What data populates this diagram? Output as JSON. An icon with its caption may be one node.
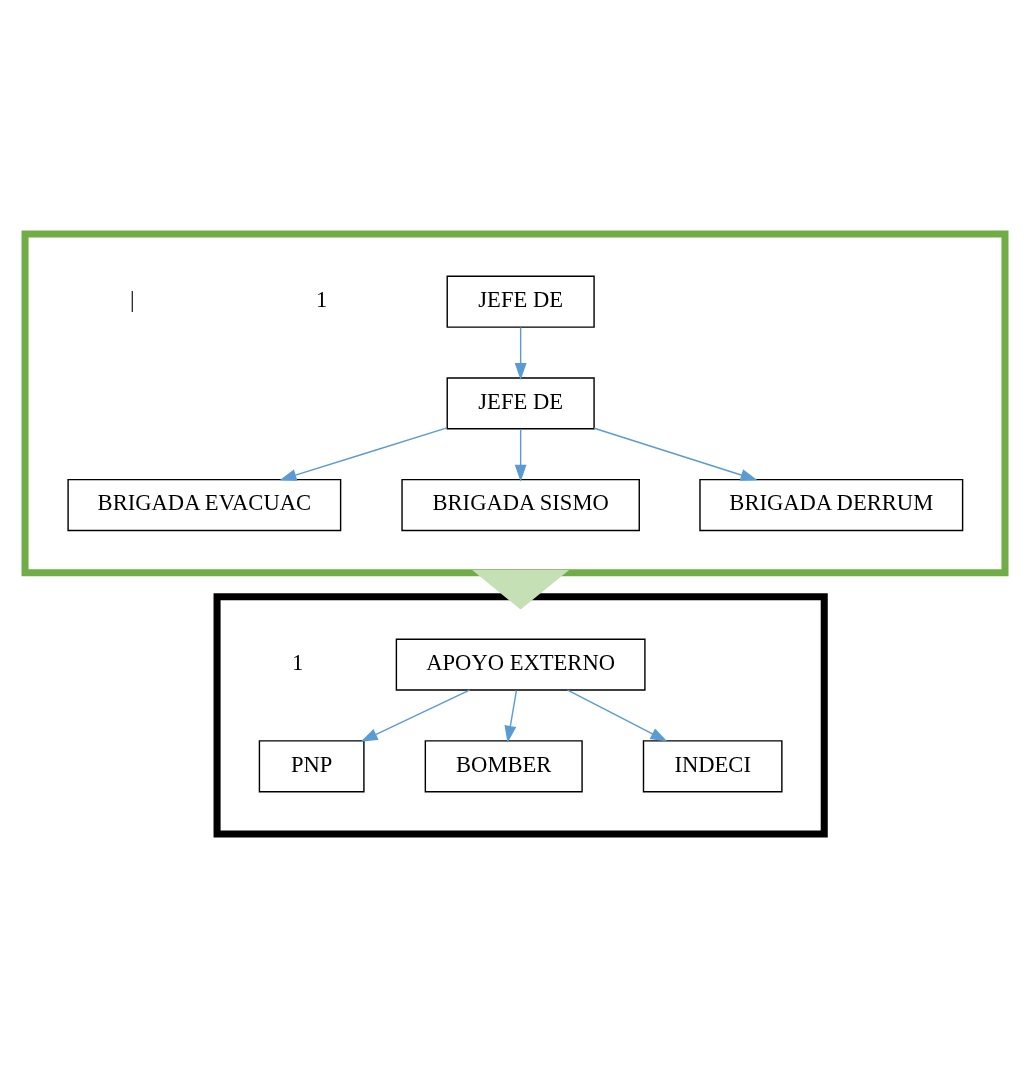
{
  "diagram": {
    "nodes": [
      {
        "text": [],
        "shape": "box"
      },
      {
        "text": [
          "JEFE DE"
        ],
        "in": 0
      },
      {
        "text": [
          "JEFE DE"
        ],
        "in": 0
      },
      {
        "text": [
          "BRIGADA EVACUAC"
        ],
        "in": 0
      },
      {
        "text": [
          "BRIGADA SISMO"
        ],
        "in": 0
      },
      {
        "text": [
          "BRIGADA DERRUM"
        ],
        "in": 0
      },
      {
        "text": [],
        "shape": "box"
      },
      {
        "text": [
          "APOYO EXTERNO"
        ],
        "in": 6
      },
      {
        "text": [
          "PNP"
        ],
        "in": 6
      },
      {
        "text": [
          "BOMBER"
        ],
        "in": 6
      },
      {
        "text": [
          "INDECI"
        ],
        "in": 6
      }
    ],
    "edges": [
      {
        "from": 1,
        "to": 2,
        "arrow": "to"
      },
      {
        "from": 2,
        "to": 3,
        "arrow": "to"
      },
      {
        "from": 2,
        "to": 4,
        "arrow": "to"
      },
      {
        "from": 2,
        "to": 5,
        "arrow": "to"
      },
      {
        "from": 0,
        "to": 6,
        "arrow": "to",
        "style": "thick",
        "color": "#c5e0b4"
      },
      {
        "from": 7,
        "to": 8,
        "arrow": "to"
      },
      {
        "from": 7,
        "to": 9,
        "arrow": "to"
      },
      {
        "from": 7,
        "to": 10,
        "arrow": "to"
      }
    ],
    "labels": [
      "1",
      "|",
      "1"
    ]
  }
}
